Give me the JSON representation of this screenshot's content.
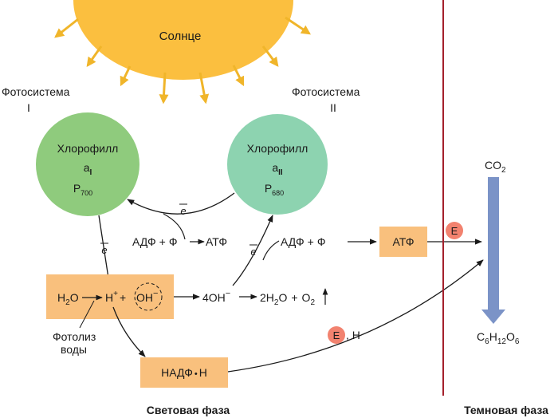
{
  "sun": {
    "label": "Солнце"
  },
  "photosystem1": {
    "title": "Фотосистема",
    "numeral": "I",
    "pigment": "Хлорофилл",
    "a_main": "a",
    "a_sub": "I",
    "p_main": "P",
    "p_sub": "700"
  },
  "photosystem2": {
    "title": "Фотосистема",
    "numeral": "II",
    "pigment": "Хлорофилл",
    "a_main": "a",
    "a_sub": "II",
    "p_main": "P",
    "p_sub": "680"
  },
  "electron": "e",
  "reactions": {
    "adp_atp": {
      "adp": "АДФ",
      "plus": "+",
      "phi": "Ф",
      "atp": "АТФ"
    },
    "adp2": {
      "adp": "АДФ",
      "plus": "+",
      "phi": "Ф"
    },
    "water": {
      "h2o_main": "H",
      "h2o_sub": "2",
      "h2o_end": "O",
      "h_plus_main": "H",
      "h_plus_sup": "+",
      "plus": "+",
      "oh_main": "OH",
      "oh_sup": "−"
    },
    "hydroxyl": {
      "coef": "4OH",
      "sup": "−"
    },
    "products": {
      "water_coef": "2H",
      "water_sub": "2",
      "water_end": "O",
      "plus": "+",
      "o2_main": "O",
      "o2_sub": "2"
    }
  },
  "boxes": {
    "atp": "АТФ",
    "nadph_left": "НАДФ",
    "dot": "•",
    "nadph_right": "Н"
  },
  "photolysis": {
    "line1": "Фотолиз",
    "line2": "воды"
  },
  "enzyme": {
    "label": "E",
    "h_label": ", Н"
  },
  "dark": {
    "co2_main": "CO",
    "co2_sub": "2",
    "glucose": [
      "C",
      "6",
      "H",
      "12",
      "O",
      "6"
    ]
  },
  "phases": {
    "light": "Световая фаза",
    "dark": "Темновая фаза"
  },
  "colors": {
    "sun": "#fbbf3f",
    "sun_ray": "#f0b52a",
    "ps1": "#8fcb7d",
    "ps2": "#8dd3b0",
    "box": "#f9c07d",
    "enzyme": "#f2826f",
    "divider": "#a4202c",
    "dark_arrow": "#7b93c7"
  }
}
